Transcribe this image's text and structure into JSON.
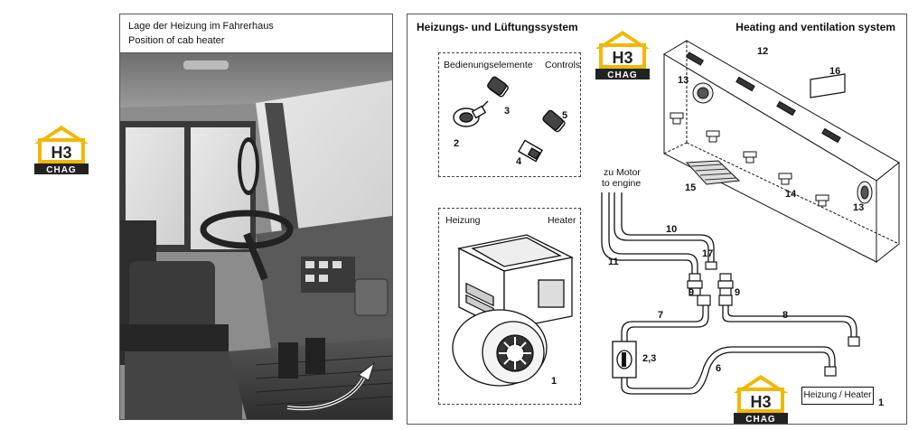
{
  "logo": {
    "top_letters": "H3",
    "bottom_text": "CHAG"
  },
  "left_panel": {
    "caption_de": "Lage der Heizung im Fahrerhaus",
    "caption_en": "Position of cab heater"
  },
  "right_panel": {
    "title_de": "Heizungs- und Lüftungssystem",
    "title_en": "Heating and ventilation system",
    "controls_box": {
      "label_de": "Bedienungselemente",
      "label_en": "Controls"
    },
    "heater_box": {
      "label_de": "Heizung",
      "label_en": "Heater"
    },
    "engine_label_de": "zu Motor",
    "engine_label_en": "to engine",
    "heater_block_label": "Heizung / Heater",
    "callouts": {
      "c1a": "1",
      "c1b": "1",
      "c2": "2",
      "c3": "3",
      "c4": "4",
      "c5": "5",
      "c6": "6",
      "c7": "7",
      "c8": "8",
      "c9a": "9",
      "c9b": "9",
      "c10": "10",
      "c11": "11",
      "c12": "12",
      "c13a": "13",
      "c13b": "13",
      "c14": "14",
      "c15": "15",
      "c16": "16",
      "c17": "17",
      "c23": "2,3"
    }
  }
}
